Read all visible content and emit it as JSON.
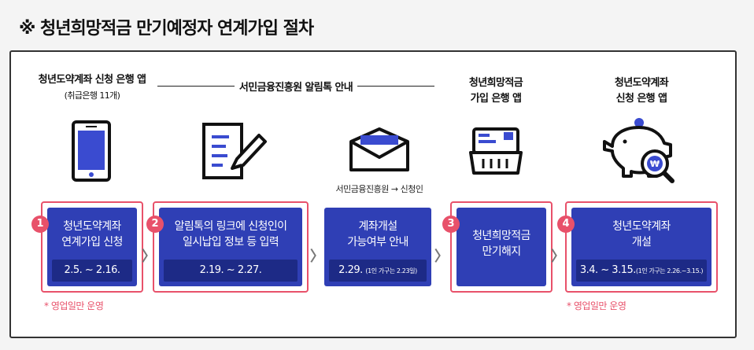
{
  "title": "※ 청년희망적금 만기예정자 연계가입 절차",
  "headers": {
    "h1": "청년도약계좌 신청 은행 앱",
    "h1_sub": "(취급은행 11개)",
    "mid": "서민금융진흥원 알림톡 안내",
    "h4_line1": "청년희망적금",
    "h4_line2": "가입 은행 앱",
    "h5_line1": "청년도약계좌",
    "h5_line2": "신청 은행 앱"
  },
  "sender_text": "서민금융진흥원 → 신청인",
  "steps": [
    {
      "badge": "1",
      "line1": "청년도약계좌",
      "line2": "연계가입 신청",
      "date": "2.5. ~ 2.16.",
      "date_small": ""
    },
    {
      "badge": "2",
      "line1": "알림톡의 링크에 신청인이",
      "line2": "일시납입 정보 등 입력",
      "date": "2.19. ~ 2.27.",
      "date_small": ""
    },
    {
      "badge": "",
      "line1": "계좌개설",
      "line2": "가능여부 안내",
      "date": "2.29.",
      "date_small": "(1인 가구는 2.23일)"
    },
    {
      "badge": "3",
      "line1": "청년희망적금",
      "line2": "만기해지",
      "date": "",
      "date_small": ""
    },
    {
      "badge": "4",
      "line1": "청년도약계좌",
      "line2": "개설",
      "date": "3.4. ~ 3.15.",
      "date_small": "(1인 가구는 2.26.~3.15.)"
    }
  ],
  "chevron": "〉",
  "notes": {
    "left": "* 영업일만 운영",
    "right": "* 영업일만 운영"
  },
  "colors": {
    "card": "#2f3fb5",
    "date_bar": "#1d2a86",
    "accent": "#e8516a"
  },
  "icons": [
    "smartphone-icon",
    "document-edit-icon",
    "envelope-icon",
    "card-terminal-icon",
    "piggybank-search-icon"
  ]
}
